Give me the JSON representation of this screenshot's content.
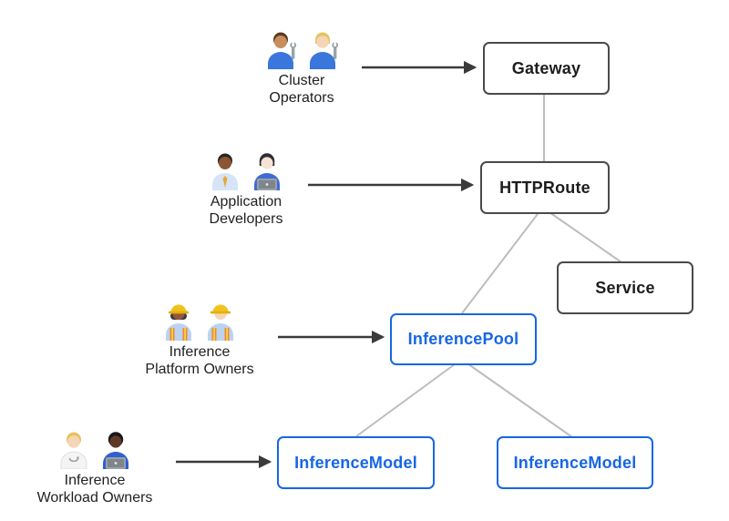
{
  "diagram": {
    "personas": [
      {
        "id": "cluster-operators",
        "label_line1": "Cluster",
        "label_line2": "Operators",
        "emoji": "👨🏽‍🔧 👩🏼‍🔧",
        "icons": [
          "man-mechanic-emoji",
          "woman-mechanic-emoji"
        ]
      },
      {
        "id": "application-developers",
        "label_line1": "Application",
        "label_line2": "Developers",
        "emoji": "👨🏾‍💼 👩🏻‍💻",
        "icons": [
          "man-office-worker-emoji",
          "woman-technologist-emoji"
        ]
      },
      {
        "id": "inference-platform-owners",
        "label_line1": "Inference",
        "label_line2": "Platform Owners",
        "emoji": "👷🏾‍♀️ 👷🏻",
        "icons": [
          "woman-construction-worker-emoji",
          "man-construction-worker-emoji"
        ]
      },
      {
        "id": "inference-workload-owners",
        "label_line1": "Inference",
        "label_line2": "Workload Owners",
        "emoji": "🧑🏼‍⚕️ 🧑🏿‍💻",
        "icons": [
          "health-worker-emoji",
          "man-technologist-emoji"
        ]
      }
    ],
    "nodes": {
      "gateway": {
        "label": "Gateway",
        "style": "dark"
      },
      "httproute": {
        "label": "HTTPRoute",
        "style": "dark"
      },
      "service": {
        "label": "Service",
        "style": "dark"
      },
      "inference_pool": {
        "label": "InferencePool",
        "style": "blue"
      },
      "inference_model_left": {
        "label": "InferenceModel",
        "style": "blue"
      },
      "inference_model_right": {
        "label": "InferenceModel",
        "style": "blue"
      }
    },
    "edges": [
      {
        "from": "gateway",
        "to": "httproute",
        "type": "connector"
      },
      {
        "from": "httproute",
        "to": "inference_pool",
        "type": "connector"
      },
      {
        "from": "httproute",
        "to": "service",
        "type": "connector"
      },
      {
        "from": "inference_pool",
        "to": "inference_model_left",
        "type": "connector"
      },
      {
        "from": "inference_pool",
        "to": "inference_model_right",
        "type": "connector"
      },
      {
        "from": "cluster-operators",
        "to": "gateway",
        "type": "arrow"
      },
      {
        "from": "application-developers",
        "to": "httproute",
        "type": "arrow"
      },
      {
        "from": "inference-platform-owners",
        "to": "inference_pool",
        "type": "arrow"
      },
      {
        "from": "inference-workload-owners",
        "to": "inference_model_left",
        "type": "arrow"
      }
    ],
    "colors": {
      "node_border_dark": "#4a4a4a",
      "node_text_dark": "#1d1d1f",
      "node_accent_blue": "#1766e5",
      "connector_gray": "#bdbdbd",
      "arrow_dark": "#3a3a3a",
      "background": "#ffffff"
    }
  }
}
